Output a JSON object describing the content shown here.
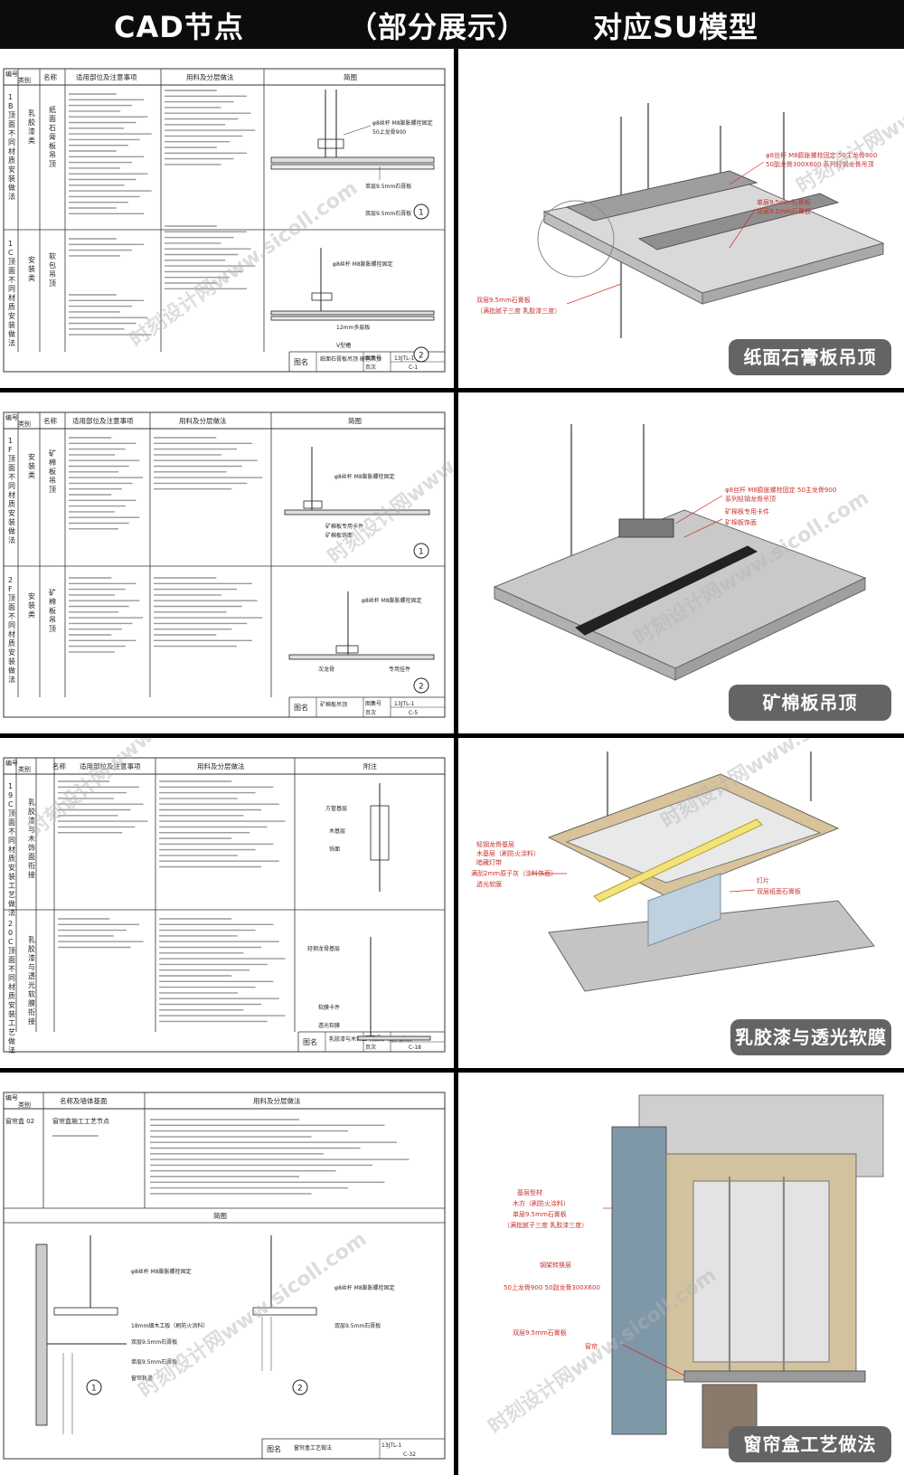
{
  "header": {
    "left_title": "CAD节点",
    "middle_title": "（部分展示）",
    "right_title": "对应SU模型"
  },
  "cad_table": {
    "col_code": "编号",
    "col_category": "类别",
    "col_name": "名称",
    "col_scope": "适用部位及注意事项",
    "col_method": "用料及分层做法",
    "col_diagram": "简图",
    "col_note": "附注",
    "title_label": "图名",
    "sheet_label": "图集号",
    "sheet_no": "13JTL-1",
    "page_label": "页次"
  },
  "panels": [
    {
      "badge": "纸面石膏板吊顶",
      "rows": [
        {
          "code": "1B顶面不同材质安装做法",
          "category": "乳胶漆类",
          "name": "纸面石膏板吊顶",
          "num": "1"
        },
        {
          "code": "1C顶面不同材质安装做法",
          "category": "安装类",
          "name": "软包吊顶",
          "num": "2"
        }
      ],
      "title_block": "纸面石膏板吊顶 硬包吊顶",
      "page_no": "C-1",
      "diagram_notes": [
        "φ8丝杆 M8膨胀螺栓固定",
        "50上龙骨900",
        "单层9.5mm石膏板",
        "双层9.5mm石膏板",
        "12mm多层板",
        "V型槽"
      ]
    },
    {
      "badge": "矿棉板吊顶",
      "rows": [
        {
          "code": "1F顶面不同材质安装做法",
          "category": "安装类",
          "name": "矿棉板吊顶",
          "num": "1"
        },
        {
          "code": "2F顶面不同材质安装做法",
          "category": "安装类",
          "name": "矿棉板吊顶",
          "num": "2"
        }
      ],
      "title_block": "矿棉板吊顶",
      "page_no": "C-5",
      "diagram_notes": [
        "φ8丝杆 M8膨胀螺栓固定",
        "矿棉板专用卡件",
        "矿棉板饰面",
        "次龙骨",
        "专用挂件"
      ]
    },
    {
      "badge": "乳胶漆与透光软膜",
      "rows": [
        {
          "code": "19C顶面不同材质安装工艺做法",
          "category": "乳胶漆与木饰面衔接",
          "name": "",
          "num": ""
        },
        {
          "code": "20C顶面不同材质安装工艺做法",
          "category": "乳胶漆与透光软膜衔接",
          "name": "",
          "num": ""
        }
      ],
      "title_block": "乳胶漆与木饰面 乳胶漆与透光软膜",
      "page_no": "C-18",
      "diagram_notes": [
        "方管基层",
        "木基层",
        "饰面",
        "轻钢龙骨基层",
        "软膜卡件",
        "透光软膜"
      ]
    },
    {
      "badge": "窗帘盒工艺做法",
      "rows": [
        {
          "code": "窗帘盒 02",
          "category": "",
          "name": "窗帘盒施工工艺节点",
          "num": "1"
        }
      ],
      "name_header": "名称及墙体基面",
      "title_block": "窗帘盒工艺做法",
      "page_no": "C-32",
      "diagram_notes": [
        "φ8丝杆 M8膨胀螺栓固定",
        "18mm细木工板（刷防火涂料）",
        "双层9.5mm石膏板",
        "单层9.5mm石膏板",
        "窗帘轨道"
      ]
    }
  ],
  "su_annotations": {
    "panel1": [
      "φ8丝杆 M8膨胀螺栓固定 50主龙骨900",
      "50副龙骨300X600 系列轻钢龙骨吊顶",
      "单层9.5mm石膏板",
      "双层9.5mm石膏板",
      "（满批腻子三度 乳胶漆三度）"
    ],
    "panel2": [
      "φ8丝杆 M8膨胀螺栓固定 50主龙骨900",
      "系列轻钢龙骨吊顶",
      "矿棉板专用卡件",
      "矿棉板饰面"
    ],
    "panel3": [
      "轻钢龙骨基层",
      "木基层（刷防火涂料）",
      "暗藏灯带",
      "满刮2mm原子灰（涂料饰面）",
      "透光软膜",
      "灯片",
      "双层纸面石膏板"
    ],
    "panel4": [
      "基层型材",
      "木方（刷防火涂料）",
      "单层9.5mm石膏板",
      "（满批腻子三度 乳胶漆三度）",
      "钢架转换层",
      "50上龙骨900 50副龙骨300X600",
      "双层9.5mm石膏板",
      "窗帘"
    ]
  },
  "watermark": "时刻设计网www.sicoll.com",
  "colors": {
    "header_bg": "#0c0c0c",
    "divider": "#000000",
    "badge_bg": "#646464",
    "annotation_red": "#c8322d",
    "gypsum": "#cfcfcf",
    "frame": "#808080"
  }
}
